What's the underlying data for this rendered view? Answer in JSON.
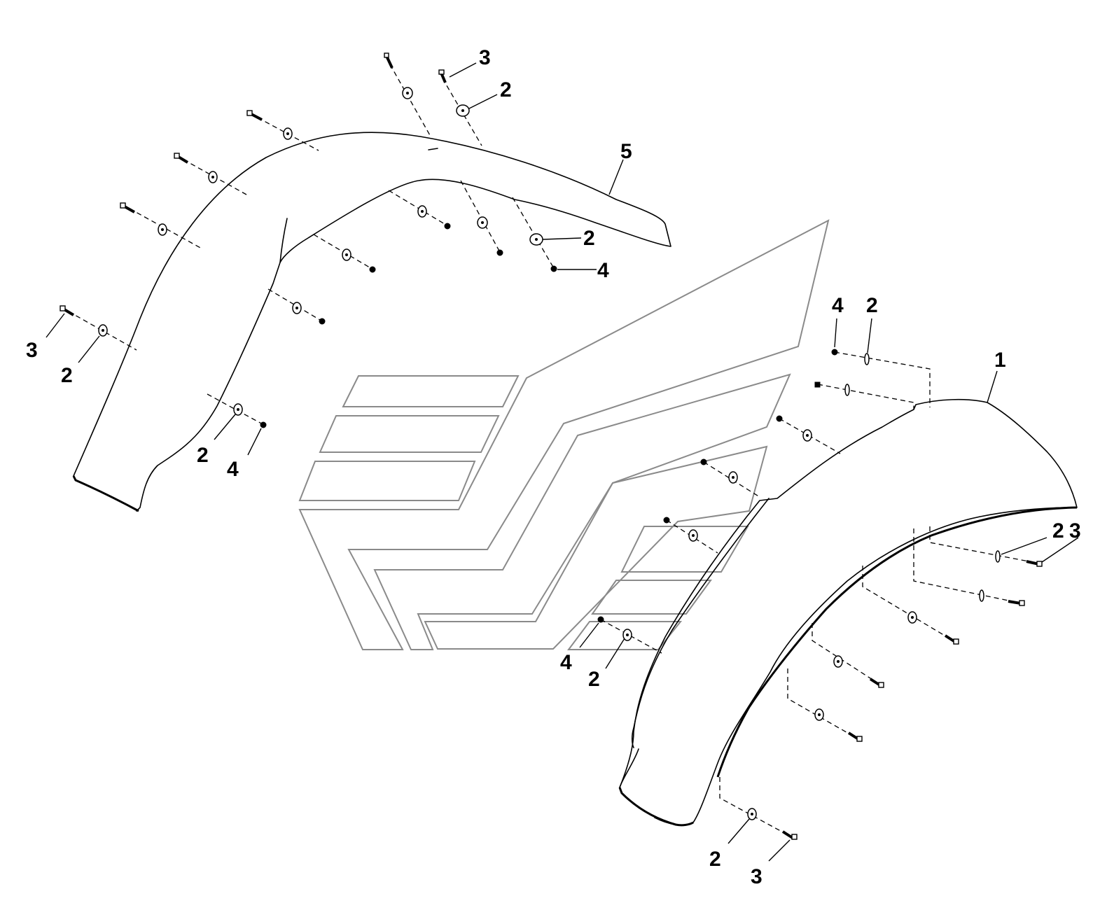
{
  "callouts": {
    "fender_right": "1",
    "washer": "2",
    "bolt": "3",
    "nut": "4",
    "fender_left": "5"
  },
  "colors": {
    "line": "#000000",
    "background_outline": "#8a8a8a",
    "paper": "#ffffff"
  }
}
